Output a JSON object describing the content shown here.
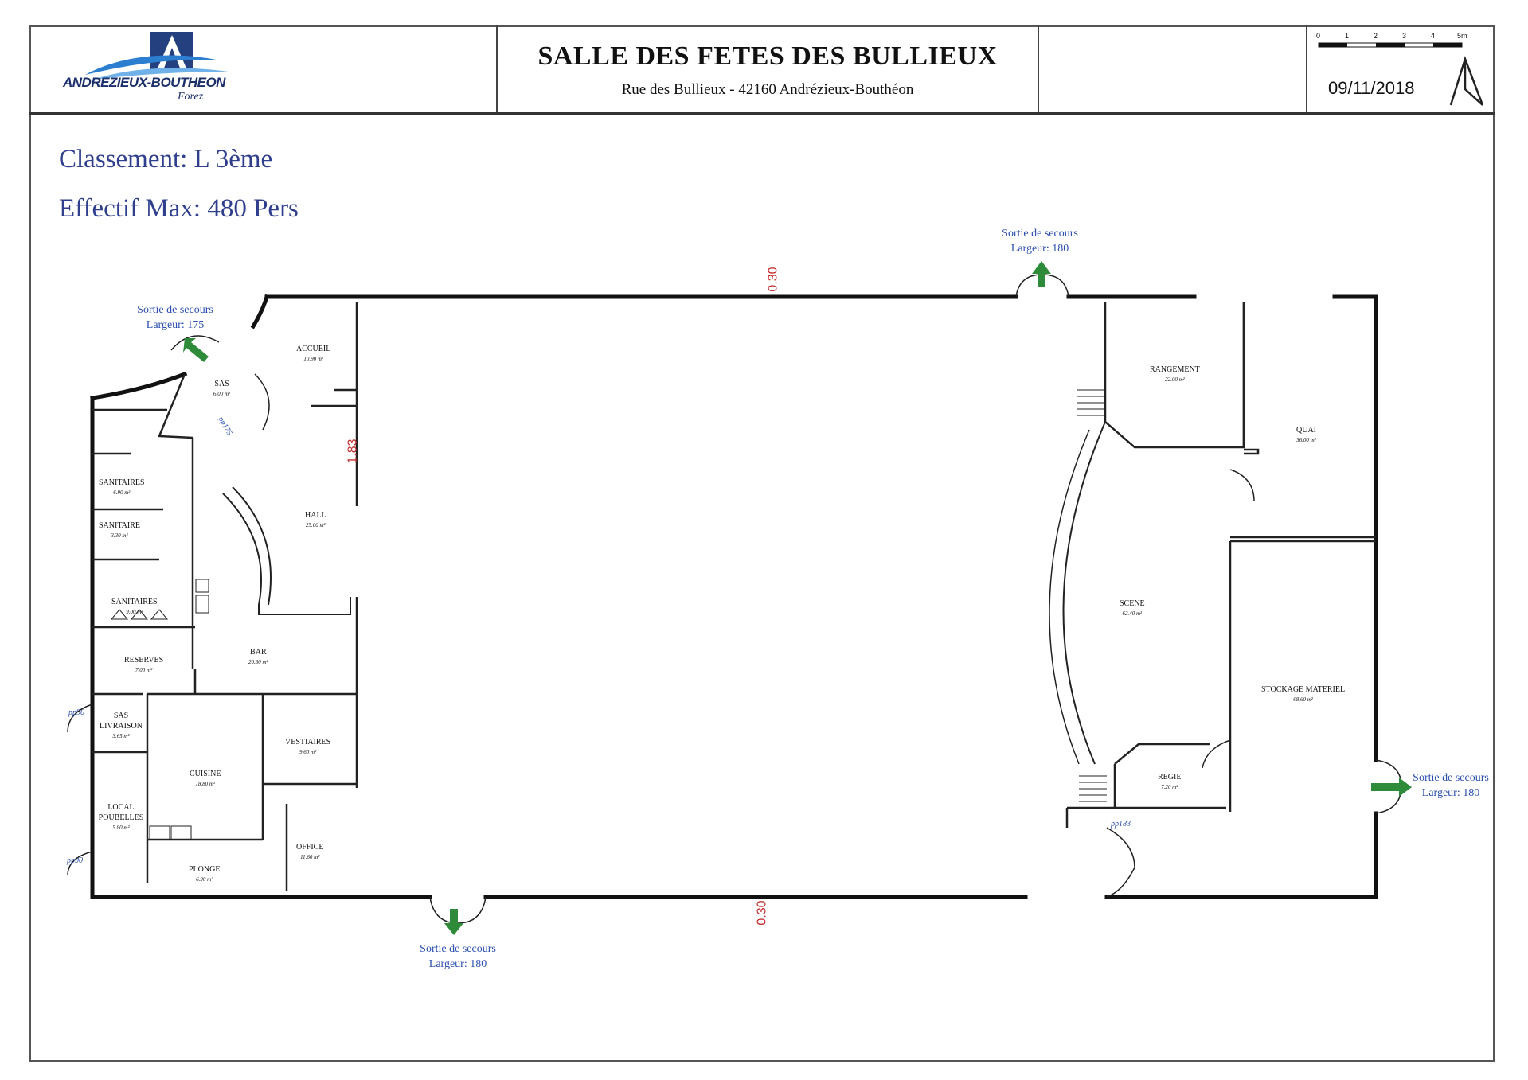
{
  "header": {
    "title": "SALLE DES FETES DES BULLIEUX",
    "address": "Rue des Bullieux - 42160 Andrézieux-Bouthéon",
    "date": "09/11/2018",
    "logo_text": "ANDREZIEUX-BOUTHEON",
    "logo_subtext": "Forez",
    "scale_labels": [
      "0",
      "1",
      "2",
      "3",
      "4",
      "5m"
    ]
  },
  "info": {
    "classement": "Classement: L 3ème",
    "effectif": "Effectif Max: 480 Pers"
  },
  "exits": {
    "top_left": {
      "line1": "Sortie de secours",
      "line2": "Largeur: 175"
    },
    "top_center": {
      "line1": "Sortie de secours",
      "line2": "Largeur: 180"
    },
    "bottom": {
      "line1": "Sortie de secours",
      "line2": "Largeur: 180"
    },
    "right": {
      "line1": "Sortie de secours",
      "line2": "Largeur: 180"
    }
  },
  "rooms": {
    "accueil": {
      "name": "ACCUEIL",
      "area": "10.90 m²"
    },
    "sas": {
      "name": "SAS",
      "area": "6.00 m²"
    },
    "sanitaires_1": {
      "name": "SANITAIRES",
      "area": "6.90 m²"
    },
    "sanitaire_pmr": {
      "name": "SANITAIRE",
      "area": "3.30 m²"
    },
    "sanitaires_2": {
      "name": "SANITAIRES",
      "area": "9.00 m²"
    },
    "hall": {
      "name": "HALL",
      "area": "25.00 m²"
    },
    "bar": {
      "name": "BAR",
      "area": "20.30 m²"
    },
    "reserves": {
      "name": "RESERVES",
      "area": "7.00 m²"
    },
    "sas_livraison": {
      "name": "SAS LIVRAISON",
      "area": "3.65 m²"
    },
    "cuisine": {
      "name": "CUISINE",
      "area": "18.80 m²"
    },
    "vestiaires": {
      "name": "VESTIAIRES",
      "area": "9.60 m²"
    },
    "local_poubelles": {
      "name": "LOCAL POUBELLES",
      "area": "5.80 m²"
    },
    "plonge": {
      "name": "PLONGE",
      "area": "6.90 m²"
    },
    "office": {
      "name": "OFFICE",
      "area": "11.60 m²"
    },
    "rangement": {
      "name": "RANGEMENT",
      "area": "22.00 m²"
    },
    "quai": {
      "name": "QUAI",
      "area": "36.00 m²"
    },
    "scene": {
      "name": "SCENE",
      "area": "62.40 m²"
    },
    "stockage": {
      "name": "STOCKAGE MATERIEL",
      "area": "68.60 m²"
    },
    "regie": {
      "name": "REGIE",
      "area": "7.20 m²"
    }
  },
  "dimensions": {
    "top_wall": "0.30",
    "bottom_wall": "0.30",
    "hall_opening": "1.83"
  },
  "door_tags": {
    "sas": "pp175",
    "livraison": "pp90",
    "poubelles": "pp90",
    "scene": "pp183"
  },
  "colors": {
    "exit_text": "#2b4fb0",
    "exit_arrow": "#2e8b3a",
    "info_text": "#2f3f8e",
    "dimension": "#c43030",
    "logo": "#1b2f6b"
  }
}
